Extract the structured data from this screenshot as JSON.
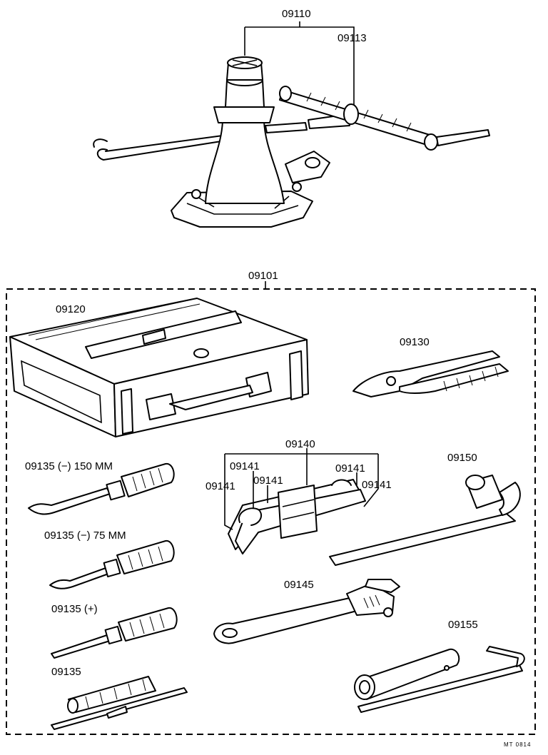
{
  "parts": {
    "jack_assy": "09110",
    "jack_handle": "09113",
    "tool_set": "09101",
    "tool_bag": "09120",
    "pliers": "09130",
    "spanner_set": "09140",
    "spanner_1": "09141",
    "spanner_2": "09141",
    "spanner_3": "09141",
    "spanner_4": "09141",
    "spanner_5": "09141",
    "plug_wrench": "09150",
    "screwdriver_150": "09135 (−) 150 MM",
    "screwdriver_75": "09135 (−) 75 MM",
    "screwdriver_plus": "09135 (+)",
    "screwdriver_grip": "09135",
    "adjustable_wrench": "09145",
    "hub_nut_wrench": "09155"
  },
  "diagram_code": "MT 0814",
  "colors": {
    "ink": "#000000",
    "paper": "#ffffff"
  }
}
